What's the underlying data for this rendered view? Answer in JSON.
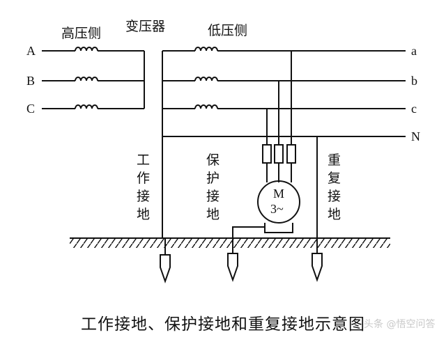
{
  "labels": {
    "high_side": "高压侧",
    "transformer": "变压器",
    "low_side": "低压侧",
    "phase_A": "A",
    "phase_B": "B",
    "phase_C": "C",
    "phase_a": "a",
    "phase_b": "b",
    "phase_c": "c",
    "neutral": "N",
    "motor_M": "M",
    "motor_spec": "3~"
  },
  "vertical_labels": {
    "working_ground": [
      "工",
      "作",
      "接",
      "地"
    ],
    "protective_ground": [
      "保",
      "护",
      "接",
      "地"
    ],
    "repeated_ground": [
      "重",
      "复",
      "接",
      "地"
    ]
  },
  "caption": "工作接地、保护接地和重复接地示意图",
  "watermark": "头条 @悟空问答",
  "colors": {
    "line": "#111111",
    "background": "#ffffff"
  }
}
